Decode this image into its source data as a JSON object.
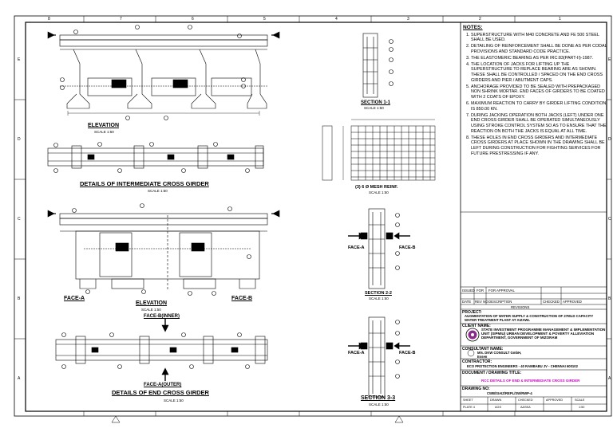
{
  "drawing": {
    "grid_numbers_top": [
      "8",
      "7",
      "6",
      "5",
      "4",
      "3",
      "2",
      "1"
    ],
    "grid_letters_left": [
      "E",
      "D",
      "C",
      "B",
      "A"
    ],
    "grid_letters_right": [
      "E",
      "D",
      "C",
      "B",
      "A"
    ],
    "views": {
      "elevation_top": {
        "title": "ELEVATION",
        "scale": "SCALE 1:50"
      },
      "intermediate_cross_girder": {
        "title": "DETAILS OF INTERMEDIATE CROSS GIRDER",
        "scale": "SCALE 1:50"
      },
      "section_1_1": {
        "title": "SECTION 1-1",
        "scale": "SCALE 1:50"
      },
      "mesh": {
        "title": "(3) 6 Ø MESH REINF.",
        "scale": "SCALE 1:50"
      },
      "elevation_bottom": {
        "title": "ELEVATION",
        "scale": "SCALE 1:50"
      },
      "face_b_label": "FACE-B(INNER)",
      "face_a_label": "FACE-A(OUTER)",
      "end_cross_girder": {
        "title": "DETAILS OF END CROSS GIRDER",
        "scale": "SCALE 1:50"
      },
      "section_2_2": {
        "title": "SECTION 2-2",
        "scale": "SCALE 1:50"
      },
      "section_3_3": {
        "title": "SECTION 3-3",
        "scale": "SCALE 1:50"
      },
      "face_a": "FACE-A",
      "face_b": "FACE-B"
    }
  },
  "notes": {
    "heading": "NOTES:",
    "items": [
      "SUPERSTRUCTURE WITH M40 CONCRETE AND FE 500 STEEL SHALL BE USED.",
      "DETAILING OF REINFORCEMENT SHALL BE DONE AS PER CODAL PROVISIONS AND STANDARD CODE PRACTICE.",
      "THE ELASTOMERIC BEARING AS PER IRC:83(PART-II)-1987.",
      "THE LOCATION OF JACKS FOR LIFTING UP THE SUPERSTRUCTURE TO REPLACE BEARING ARE AS SHOWN. THESE SHALL BE CONTROLLED / SPACED ON THE END CROSS GIRDERS AND PIER / ABUTMENT CAPS.",
      "ANCHORAGE PROVIDED TO BE SEALED WITH PREPACKAGED NON SHRINK MORTAR. END FACES OF GIRDERS TO BE COATED WITH 2 COATS OF EPOXY.",
      "MAXIMUM REACTION TO CARRY BY GIRDER LIFTING CONDITION IS 850.00 KN.",
      "DURING JACKING OPERATION BOTH JACKS (LEFT) UNDER ONE END CROSS GIRDER SHALL BE OPERATED SIMULTANEOUSLY USING STROKE CONTROL SYSTEM SO AS TO ENSURE THAT THE REACTION ON BOTH THE JACKS IS EQUAL AT ALL TIME.",
      "THESE HOLES IN END CROSS GIRDERS AND INTERMEDIATE CROSS GIRDERS AT PLACE SHOWN IN THE DRAWING SHALL BE LEFT DURING CONSTRUCTION FOR FIGHTING SERVICES FOR FUTURE PRESTRESSING IF ANY."
    ]
  },
  "title_block": {
    "issued_for": "FOR APPROVAL",
    "rev_headers": [
      "DATE",
      "REV NO",
      "DESCRIPTION",
      "CHECKED",
      "APPROVED"
    ],
    "rev_row_labels": [
      "ISSUED",
      "FOR",
      "DATE"
    ],
    "revisions_label": "REVISIONS",
    "project_label": "PROJECT:",
    "project_text": "AUGMENTATION OF WATER SUPPLY & CONSTRUCTION OF 27MLD CAPACITY WATER TREATMENT PLANT AT AIZAWL",
    "client_label": "CLIENT NAME:",
    "client_text": "STATE INVESTMENT PROGRAMME MANAGEMENT & IMPLEMENTATION UNIT (SIPMIU) URBAN DEVELOPMENT & POVERTY ALLEVIATION DEPARTMENT, GOVERNMENT OF MIZORAM",
    "consultant_label": "CONSULTANT NAME:",
    "consultant_text": "M/s. DKW CONSULT GmbH, Essen",
    "contractor_label": "CONTRACTOR:",
    "contractor_text": "ECO PROTECTION ENGINEERS - 40 RAMBABU JV - CHENNAI 600102",
    "doc_title_label": "DOCUMENT / DRAWING TITLE:",
    "doc_title": "RCC DETAILS OF END & INTERMEDIATE CROSS GIRDER",
    "drawing_no_label": "DRAWING NO:",
    "drawing_no": "CWB/SIAIZ/REPL/SW/RWP-4",
    "footer_headers": [
      "SHEET",
      "DRAWN",
      "CHECKED",
      "APPROVED",
      "SCALE"
    ],
    "footer_values": [
      "PLATE 4",
      "AGS",
      "AASKA",
      "",
      "1:50"
    ]
  }
}
